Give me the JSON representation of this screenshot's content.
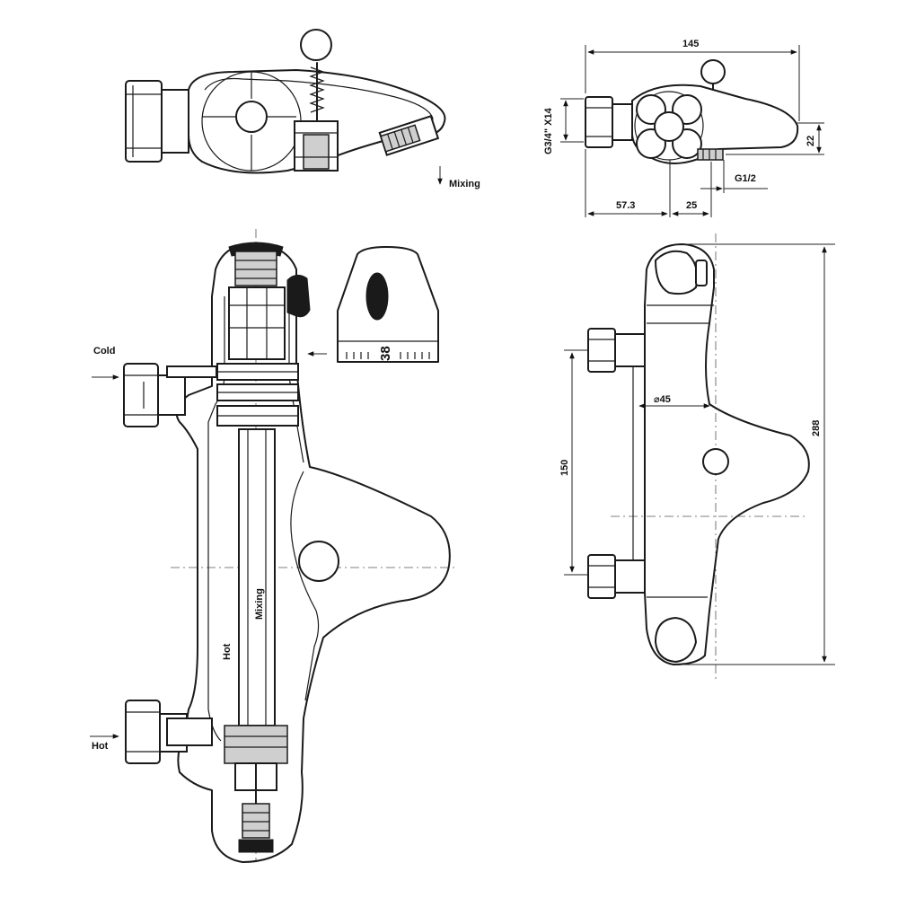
{
  "top_view": {
    "label_mixing": "Mixing"
  },
  "main_section": {
    "label_cold": "Cold",
    "label_hot_inlet": "Hot",
    "label_hot_channel": "Hot",
    "label_mixing_channel": "Mixing",
    "knob_scale_value": "38"
  },
  "dimensions": {
    "overall_width": "145",
    "inlet_thread": "G3/4\" X14",
    "outlet_height": "22",
    "outlet_thread": "G1/2",
    "inlet_offset": "57.3",
    "outlet_offset": "25",
    "body_diameter": "⌀45",
    "inlet_spacing": "150",
    "overall_height": "288"
  }
}
